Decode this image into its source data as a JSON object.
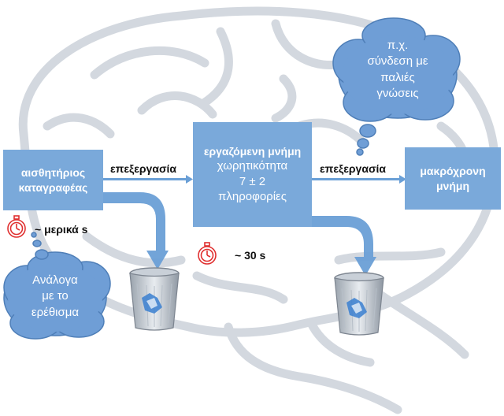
{
  "boxes": {
    "sensory": {
      "line1": "αισθητήριος",
      "line2": "καταγραφέας"
    },
    "working": {
      "title": "εργαζόμενη μνήμη",
      "line2": "χωρητικότητα",
      "line3": "7 ± 2",
      "line4": "πληροφορίες"
    },
    "longterm": {
      "line1": "μακρόχρονη",
      "line2": "μνήμη"
    }
  },
  "arrows": {
    "process_left": "επεξεργασία",
    "process_right": "επεξεργασία"
  },
  "durations": {
    "sensory": "~  μερικά s",
    "working": "~ 30 s"
  },
  "clouds": {
    "top": {
      "line1": "π.χ.",
      "line2": "σύνδεση με",
      "line3": "παλιές",
      "line4": "γνώσεις"
    },
    "bottom": {
      "line1": "Ανάλογα",
      "line2": "με το",
      "line3": "ερέθισμα"
    }
  },
  "colors": {
    "box": "#7aa9da",
    "arrow": "#6a9fd6",
    "cloud": "#6f9ed6",
    "brain": "#cdd3db",
    "timer": "#e03030"
  },
  "icons": [
    "brain-outline",
    "stopwatch-icon",
    "recycle-bin-icon"
  ]
}
